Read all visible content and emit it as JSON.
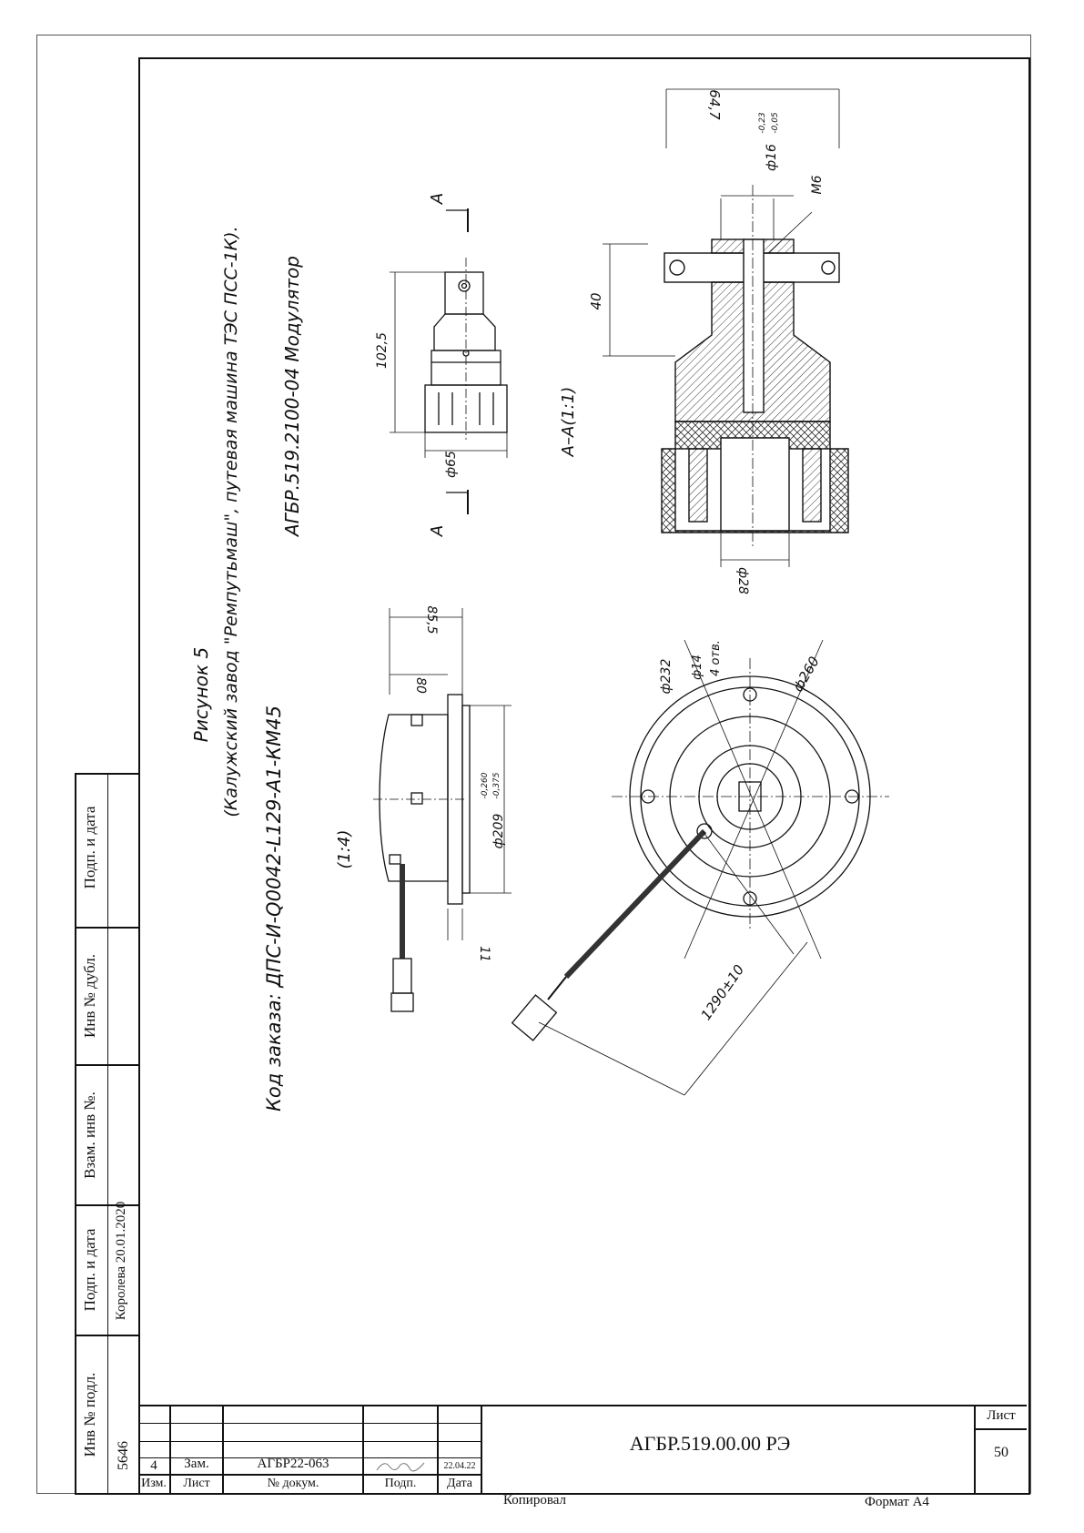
{
  "side_stamp": {
    "cells": [
      "Инв № подл.",
      "Подп. и дата",
      "Взам. инв №.",
      "Инв № дубл.",
      "Подп. и дата"
    ],
    "inv_value": "5646",
    "signature_value": "Королева 20.01.2020"
  },
  "drawing": {
    "figure_title": "Рисунок 5",
    "customer": "(Калужский завод \"Ремпутьмаш\", путевая машина ТЭС ПСС-1К).",
    "order_code": "Код заказа: ДПС-И-Q0042-L129-A1-КМ45",
    "scale": "(1:4)",
    "part_name": "АГБР.519.2100-04 Модулятор",
    "section_label": "A–A(1:1)",
    "section_mark": "A",
    "dims": {
      "d65": "ф65",
      "len1025": "102,5",
      "len647": "64,7",
      "d16": "ф16",
      "d16_tol_up": "-0,23",
      "d16_tol_low": "-0,05",
      "m6": "М6",
      "len40": "40",
      "d28": "ф28",
      "len855": "85,5",
      "len80": "80",
      "d209": "ф209",
      "d209_tol_up": "-0,260",
      "d209_tol_low": "-0,375",
      "len11": "11",
      "d232": "ф232",
      "d14": "ф14",
      "holes": "4 отв.",
      "d260": "ф260",
      "cable_len": "1290±10"
    }
  },
  "title_block": {
    "rev": "4",
    "change": "Зам.",
    "doc_no": "АГБР22-063",
    "date": "22.04.22",
    "designation": "АГБР.519.00.00 РЭ",
    "sheet_label": "Лист",
    "sheet_no": "50",
    "headers": {
      "izm": "Изм.",
      "list": "Лист",
      "doc": "№ докум.",
      "podp": "Подп.",
      "date": "Дата"
    }
  },
  "footer": {
    "copied": "Копировал",
    "format": "Формат А4"
  }
}
